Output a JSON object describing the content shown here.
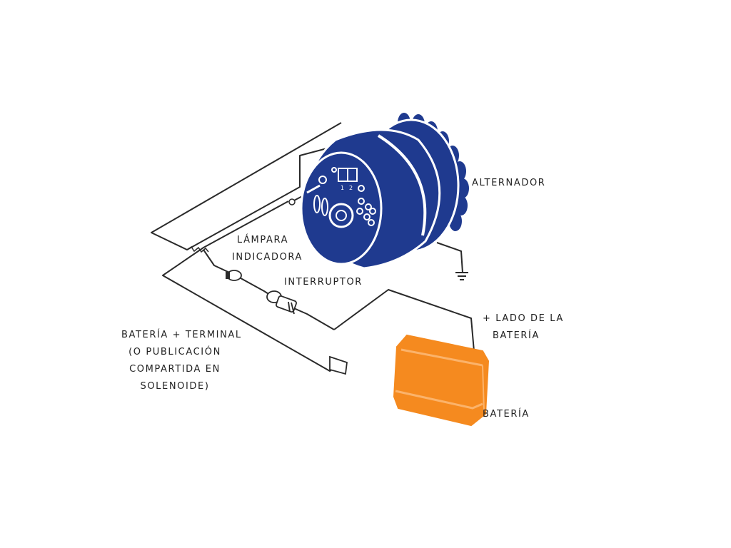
{
  "colors": {
    "alternator": "#1f3a8f",
    "alternator_outline": "#ffffff",
    "battery": "#f58a1f",
    "battery_highlight": "#fbb36b",
    "wire": "#2a2a2a",
    "text": "#222222"
  },
  "labels": {
    "alternator": "ALTERNADOR",
    "indicator_lamp": [
      "LÁMPARA",
      "INDICADORA"
    ],
    "switch": "INTERRUPTOR",
    "battery_terminal": [
      "BATERÍA + TERMINAL",
      "(O PUBLICACIÓN",
      "COMPARTIDA EN",
      "SOLENOIDE)"
    ],
    "battery_positive_side": [
      "+ LADO DE LA",
      "BATERÍA"
    ],
    "battery": "BATERÍA"
  }
}
